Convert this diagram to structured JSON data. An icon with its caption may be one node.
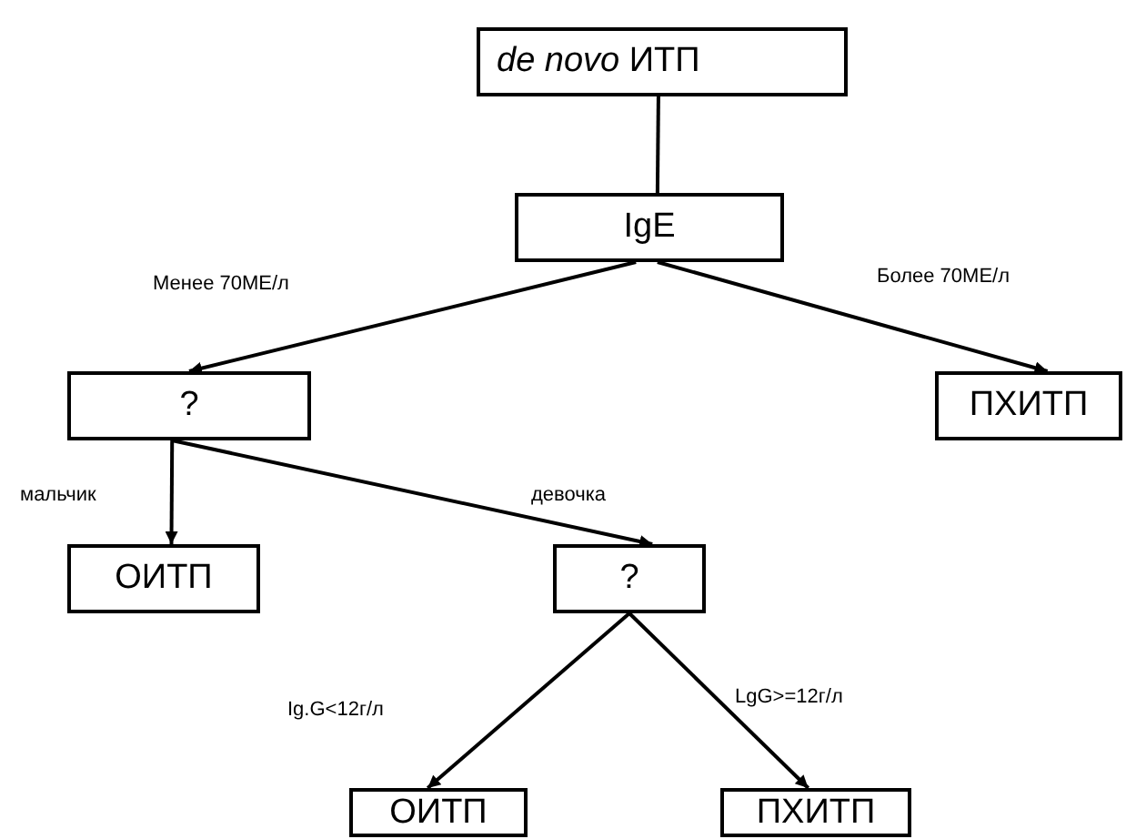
{
  "diagram": {
    "nodes": [
      {
        "text": [
          "*de novo* ИТП"
        ]
      },
      {
        "text": [
          "IgE"
        ]
      },
      {
        "text": [
          "?"
        ]
      },
      {
        "text": [
          "ПХИТП"
        ]
      },
      {
        "text": [
          "ОИТП"
        ]
      },
      {
        "text": [
          "?"
        ]
      },
      {
        "text": [
          "ОИТП"
        ]
      },
      {
        "text": [
          "ПХИТП"
        ]
      }
    ],
    "edges": [
      {
        "from": 0,
        "to": 1,
        "arrow": "none"
      },
      {
        "from": 1,
        "to": 2,
        "arrow": "to",
        "label": "Менее 70МЕ/л"
      },
      {
        "from": 1,
        "to": 3,
        "arrow": "to",
        "label": "Более 70МЕ/л"
      },
      {
        "from": 2,
        "to": 4,
        "arrow": "to",
        "label": "мальчик"
      },
      {
        "from": 2,
        "to": 5,
        "arrow": "to",
        "label": "девочка"
      },
      {
        "from": 5,
        "to": 6,
        "arrow": "to",
        "label": "Ig.G<12г/л"
      },
      {
        "from": 5,
        "to": 7,
        "arrow": "to",
        "label": "LgG>=12г/л"
      }
    ]
  }
}
